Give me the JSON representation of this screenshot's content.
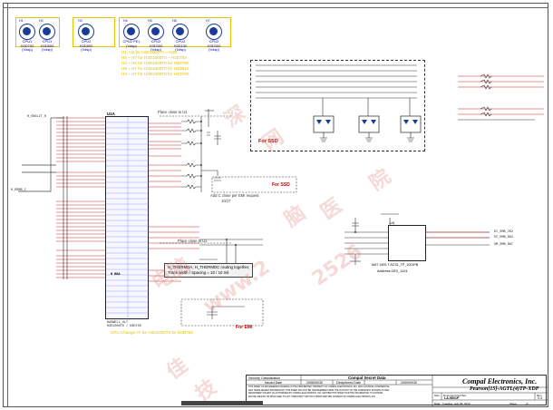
{
  "chips": [
    {
      "ref": "H1",
      "label": "CPU1 H3D700\n(Vdsp)"
    },
    {
      "ref": "H2",
      "label": "CPU1 H3D800\n(Vdsp)"
    },
    {
      "ref": "H3",
      "label": "CPU2 H3D800\n(Vdsp)"
    },
    {
      "ref": "H4",
      "label": "CPU2 FE1\n(Vdsp)"
    },
    {
      "ref": "H5",
      "label": "CPU2 H3D300\n(Vdsp)"
    },
    {
      "ref": "H6",
      "label": "CPU2 H3D150\n(Vdsp)"
    },
    {
      "ref": "H7",
      "label": "CPU2 H3D300\n(Vdsp)"
    }
  ],
  "yellow_notes": [
    "H1, H2 for H3D1000T0 ~ H3D",
    "H3 ~ H7 for H3D1000T0 ~ H3D700",
    "H4 ~ H5 for H3D1000T0 for H3D750",
    "H6 ~ H7 for H3D1000T0 for H3D810",
    "H4 ~ H7 for H3D1000T0 for H3D700"
  ],
  "labels": {
    "for_ssd_top": "For SSD",
    "for_ssd_mid": "For SSD",
    "for_emi": "For EMI",
    "place_close_top": "Place close to U1",
    "place_close_mid": "Place close to U1",
    "add_cap_note": "Add C close per EMI request",
    "add_cap_date": "10/17",
    "bottom_yellow": "CPU Change H* for H3D1000T0 for H3D750",
    "address_label": "Address:1E0_1101",
    "ic_part": "MAT 1400-T ACS1_TP_1001PB",
    "ic_ref": "U4",
    "cpu_ref": "U1A",
    "cpu_name": "HASWELL_ULT",
    "cpu_sub": "H3D1000T0 / H3D750",
    "h_ball": "H BGA",
    "left_net": "H_ENGLIT_H",
    "left_net2": "H_RSMR_C",
    "right_nets": [
      "EC_SMB_CK2",
      "EC_SMB_DA2",
      "SM_SMB_DAT"
    ]
  },
  "callout": {
    "line1": "H_THERMDA, H_THERMDC routing together,",
    "line2": "Trace width / Spacing = 10 / 10 mil"
  },
  "title_block": {
    "security": "Security Classification",
    "secret": "Compal Secret Data",
    "issued_date_label": "Issued Date",
    "issued_date": "2008/09/30",
    "deciphered_label": "Deciphered Date",
    "deciphered_date": "2009/09/30",
    "legal1": "THIS SHEET OF ENGINEERING DRAWING IS THE PROPRIETARY PROPERTY OF COMPAL ELECTRONICS, INC. AND CONTAINS CONFIDENTIAL",
    "legal2": "AND TRADE SECRET INFORMATION. THIS SHEET MAY NOT BE TRANSFERRED FROM THE CUSTODY OF THE COMPETENT DIVISION OF R&D",
    "legal3": "DEPARTMENT EXCEPT AS AUTHORIZED BY COMPAL ELECTRONICS, INC. NEITHER THIS SHEET NOR THE INFORMATION IT CONTAINS",
    "legal4": "MAY BE USED BY OR DISCLOSED TO ANY THIRD PARTY WITHOUT PRIOR WRITTEN CONSENT OF COMPAL ELECTRONICS, INC.",
    "company": "Compal Electronics, Inc.",
    "project": "Pearson[15]-AGTL(4)TP-XDP",
    "size_label": "Size",
    "doc_label": "Document Number",
    "doc_number": "LA-9601P",
    "rev_label": "Rev",
    "rev": "0.4",
    "date_label": "Date:",
    "date_value": "Tuesday, July 09, 2013",
    "sheet_label": "Sheet",
    "sheet_value": "of"
  },
  "watermarks": [
    "佳",
    "网",
    "脑",
    "医",
    "院",
    "技",
    "深",
    "www.2",
    "电脑",
    "2526"
  ]
}
